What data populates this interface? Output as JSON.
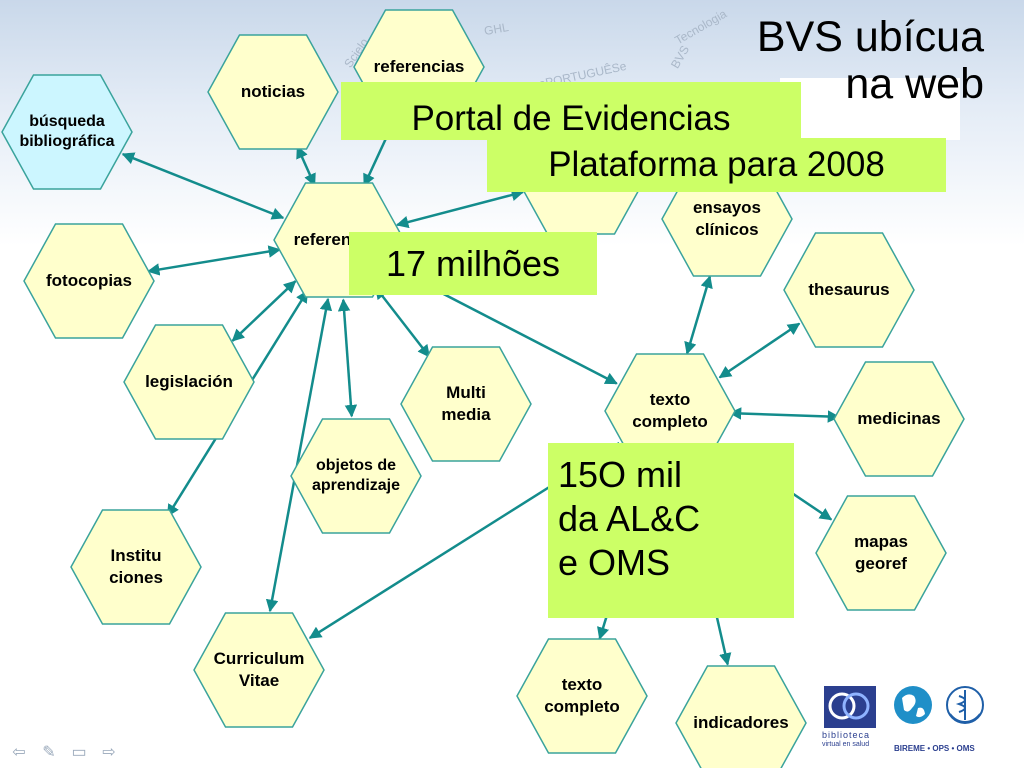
{
  "slide": {
    "title": "BVS ubícua\nna web",
    "background_words": [
      "Scielo",
      "GHL",
      "ePORTUGUÊSe",
      "BVS",
      "Tecnologia"
    ],
    "colors": {
      "hex_fill": "#ffffcc",
      "hex_stroke": "#3aa39c",
      "hex_highlight_fill": "#ccf6ff",
      "arrow": "#138c8c",
      "overlay_fill": "#ccff66"
    }
  },
  "nodes": [
    {
      "id": "referencias_top",
      "label": "referencias",
      "highlight": false
    },
    {
      "id": "noticias",
      "label": "noticias",
      "highlight": false
    },
    {
      "id": "busqueda",
      "label": "búsqueda\nbibliográfica",
      "highlight": true
    },
    {
      "id": "referencias_center",
      "label": "referencias",
      "highlight": false
    },
    {
      "id": "hidden_top",
      "label": "",
      "highlight": false
    },
    {
      "id": "ensayos",
      "label": "ensayos\nclínicos",
      "highlight": false
    },
    {
      "id": "fotocopias",
      "label": "fotocopias",
      "highlight": false
    },
    {
      "id": "thesaurus",
      "label": "thesaurus",
      "highlight": false
    },
    {
      "id": "legislacion",
      "label": "legislación",
      "highlight": false
    },
    {
      "id": "multimedia",
      "label": "Multi\nmedia",
      "highlight": false
    },
    {
      "id": "texto_mid",
      "label": "texto\ncompleto",
      "highlight": false
    },
    {
      "id": "medicinas",
      "label": "medicinas",
      "highlight": false
    },
    {
      "id": "objetos",
      "label": "objetos de\naprendizaje",
      "highlight": false
    },
    {
      "id": "mapas",
      "label": "mapas\ngeoref",
      "highlight": false
    },
    {
      "id": "instituciones",
      "label": "Institu\nciones",
      "highlight": false
    },
    {
      "id": "curriculum",
      "label": "Curriculum\nVitae",
      "highlight": false
    },
    {
      "id": "texto_bottom",
      "label": "texto\ncompleto",
      "highlight": false
    },
    {
      "id": "indicadores",
      "label": "indicadores",
      "highlight": false
    }
  ],
  "edges": [
    {
      "from": "referencias_center",
      "to": "busqueda",
      "dir": "both"
    },
    {
      "from": "referencias_center",
      "to": "fotocopias",
      "dir": "both"
    },
    {
      "from": "referencias_center",
      "to": "legislacion",
      "dir": "both"
    },
    {
      "from": "referencias_center",
      "to": "instituciones",
      "dir": "both"
    },
    {
      "from": "referencias_center",
      "to": "curriculum",
      "dir": "both"
    },
    {
      "from": "referencias_center",
      "to": "objetos",
      "dir": "both"
    },
    {
      "from": "referencias_center",
      "to": "multimedia",
      "dir": "both"
    },
    {
      "from": "referencias_center",
      "to": "noticias",
      "dir": "both"
    },
    {
      "from": "referencias_center",
      "to": "referencias_top",
      "dir": "both"
    },
    {
      "from": "referencias_center",
      "to": "hidden_top",
      "dir": "both"
    },
    {
      "from": "referencias_center",
      "to": "texto_mid",
      "dir": "forward"
    },
    {
      "from": "texto_mid",
      "to": "ensayos",
      "dir": "both"
    },
    {
      "from": "texto_mid",
      "to": "thesaurus",
      "dir": "both"
    },
    {
      "from": "texto_mid",
      "to": "medicinas",
      "dir": "both"
    },
    {
      "from": "texto_mid",
      "to": "mapas",
      "dir": "both"
    },
    {
      "from": "texto_mid",
      "to": "texto_bottom",
      "dir": "forward"
    },
    {
      "from": "texto_mid",
      "to": "indicadores",
      "dir": "forward"
    },
    {
      "from": "texto_mid",
      "to": "curriculum",
      "dir": "forward"
    }
  ],
  "overlays": {
    "portal": "Portal de Evidencias",
    "plataforma": "Plataforma para 2008",
    "milhoes": "17 milhões",
    "mil": "15O mil\nda AL&C\ne OMS"
  },
  "logos": {
    "bvs_line1": "biblioteca",
    "bvs_line2": "virtual en salud",
    "bireme": "BIREME • OPS • OMS"
  },
  "nav_icons": [
    "arrow-left-icon",
    "pen-icon",
    "menu-icon",
    "arrow-right-icon"
  ]
}
